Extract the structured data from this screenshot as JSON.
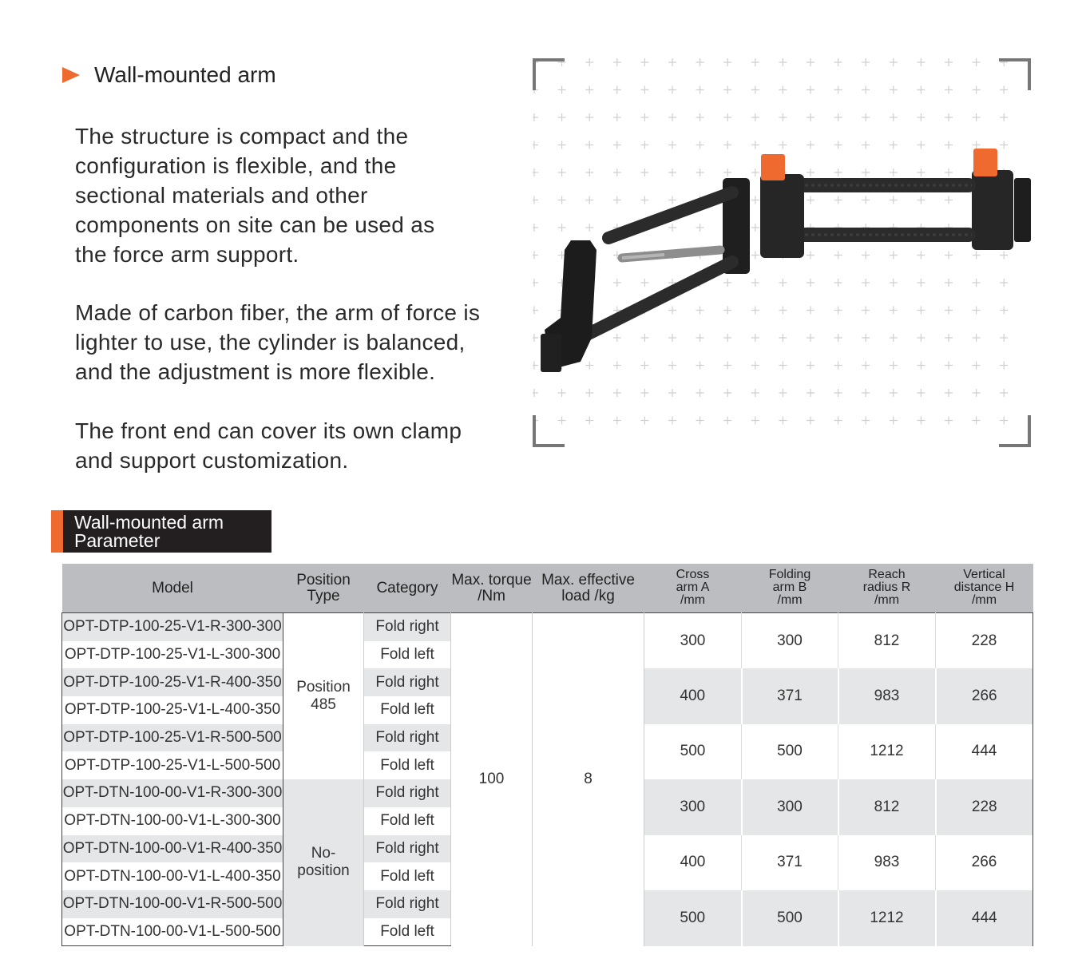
{
  "section": {
    "title": "Wall-mounted arm",
    "paragraphs": [
      "The structure is compact and the\nconfiguration is flexible, and the\nsectional materials and other\ncomponents on site can be used as\nthe force arm support.",
      "Made of carbon fiber, the arm of force is\nlighter to use, the cylinder is balanced,\nand the adjustment is more flexible.",
      "The front end can cover its own clamp\nand support customization."
    ]
  },
  "figure": {
    "icon": "wall-mounted-arm-product-image",
    "accent_color": "#ef6a2f"
  },
  "parameter_header": {
    "line1": "Wall-mounted arm",
    "line2": "Parameter"
  },
  "table": {
    "headers": {
      "model": "Model",
      "position_type": "Position\nType",
      "category": "Category",
      "max_torque": "Max. torque\n/Nm",
      "max_load": "Max. effective\nload /kg",
      "cross_arm": "Cross\narm A\n/mm",
      "folding_arm": "Folding\narm B\n/mm",
      "reach_radius": "Reach\nradius R\n/mm",
      "vertical_distance": "Vertical\ndistance H\n/mm"
    },
    "position_types": [
      "Position\n485",
      "No-\nposition"
    ],
    "max_torque": "100",
    "max_load": "8",
    "models": [
      {
        "model": "OPT-DTP-100-25-V1-R-300-300",
        "category": "Fold right"
      },
      {
        "model": "OPT-DTP-100-25-V1-L-300-300",
        "category": "Fold left"
      },
      {
        "model": "OPT-DTP-100-25-V1-R-400-350",
        "category": "Fold right"
      },
      {
        "model": "OPT-DTP-100-25-V1-L-400-350",
        "category": "Fold left"
      },
      {
        "model": "OPT-DTP-100-25-V1-R-500-500",
        "category": "Fold right"
      },
      {
        "model": "OPT-DTP-100-25-V1-L-500-500",
        "category": "Fold left"
      },
      {
        "model": "OPT-DTN-100-00-V1-R-300-300",
        "category": "Fold right"
      },
      {
        "model": "OPT-DTN-100-00-V1-L-300-300",
        "category": "Fold left"
      },
      {
        "model": "OPT-DTN-100-00-V1-R-400-350",
        "category": "Fold right"
      },
      {
        "model": "OPT-DTN-100-00-V1-L-400-350",
        "category": "Fold left"
      },
      {
        "model": "OPT-DTN-100-00-V1-R-500-500",
        "category": "Fold right"
      },
      {
        "model": "OPT-DTN-100-00-V1-L-500-500",
        "category": "Fold left"
      }
    ],
    "dimension_groups": [
      {
        "a": "300",
        "b": "300",
        "r": "812",
        "h": "228"
      },
      {
        "a": "400",
        "b": "371",
        "r": "983",
        "h": "266"
      },
      {
        "a": "500",
        "b": "500",
        "r": "1212",
        "h": "444"
      },
      {
        "a": "300",
        "b": "300",
        "r": "812",
        "h": "228"
      },
      {
        "a": "400",
        "b": "371",
        "r": "983",
        "h": "266"
      },
      {
        "a": "500",
        "b": "500",
        "r": "1212",
        "h": "444"
      }
    ]
  }
}
